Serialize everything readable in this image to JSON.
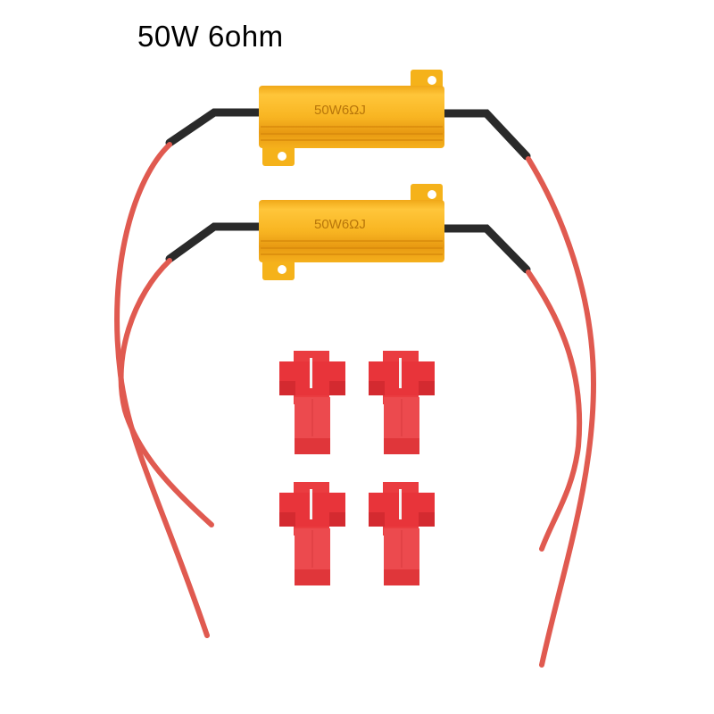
{
  "title": "50W 6ohm",
  "product": {
    "resistors": [
      {
        "marking": "50W6ΩJ"
      },
      {
        "marking": "50W6ΩJ"
      }
    ],
    "connectors_count": 4
  },
  "colors": {
    "resistor_gold": "#f5b21a",
    "resistor_dark": "#e09410",
    "wire_red": "#e05a50",
    "heat_shrink": "#2a2a2a",
    "connector_red": "#e8343a"
  }
}
